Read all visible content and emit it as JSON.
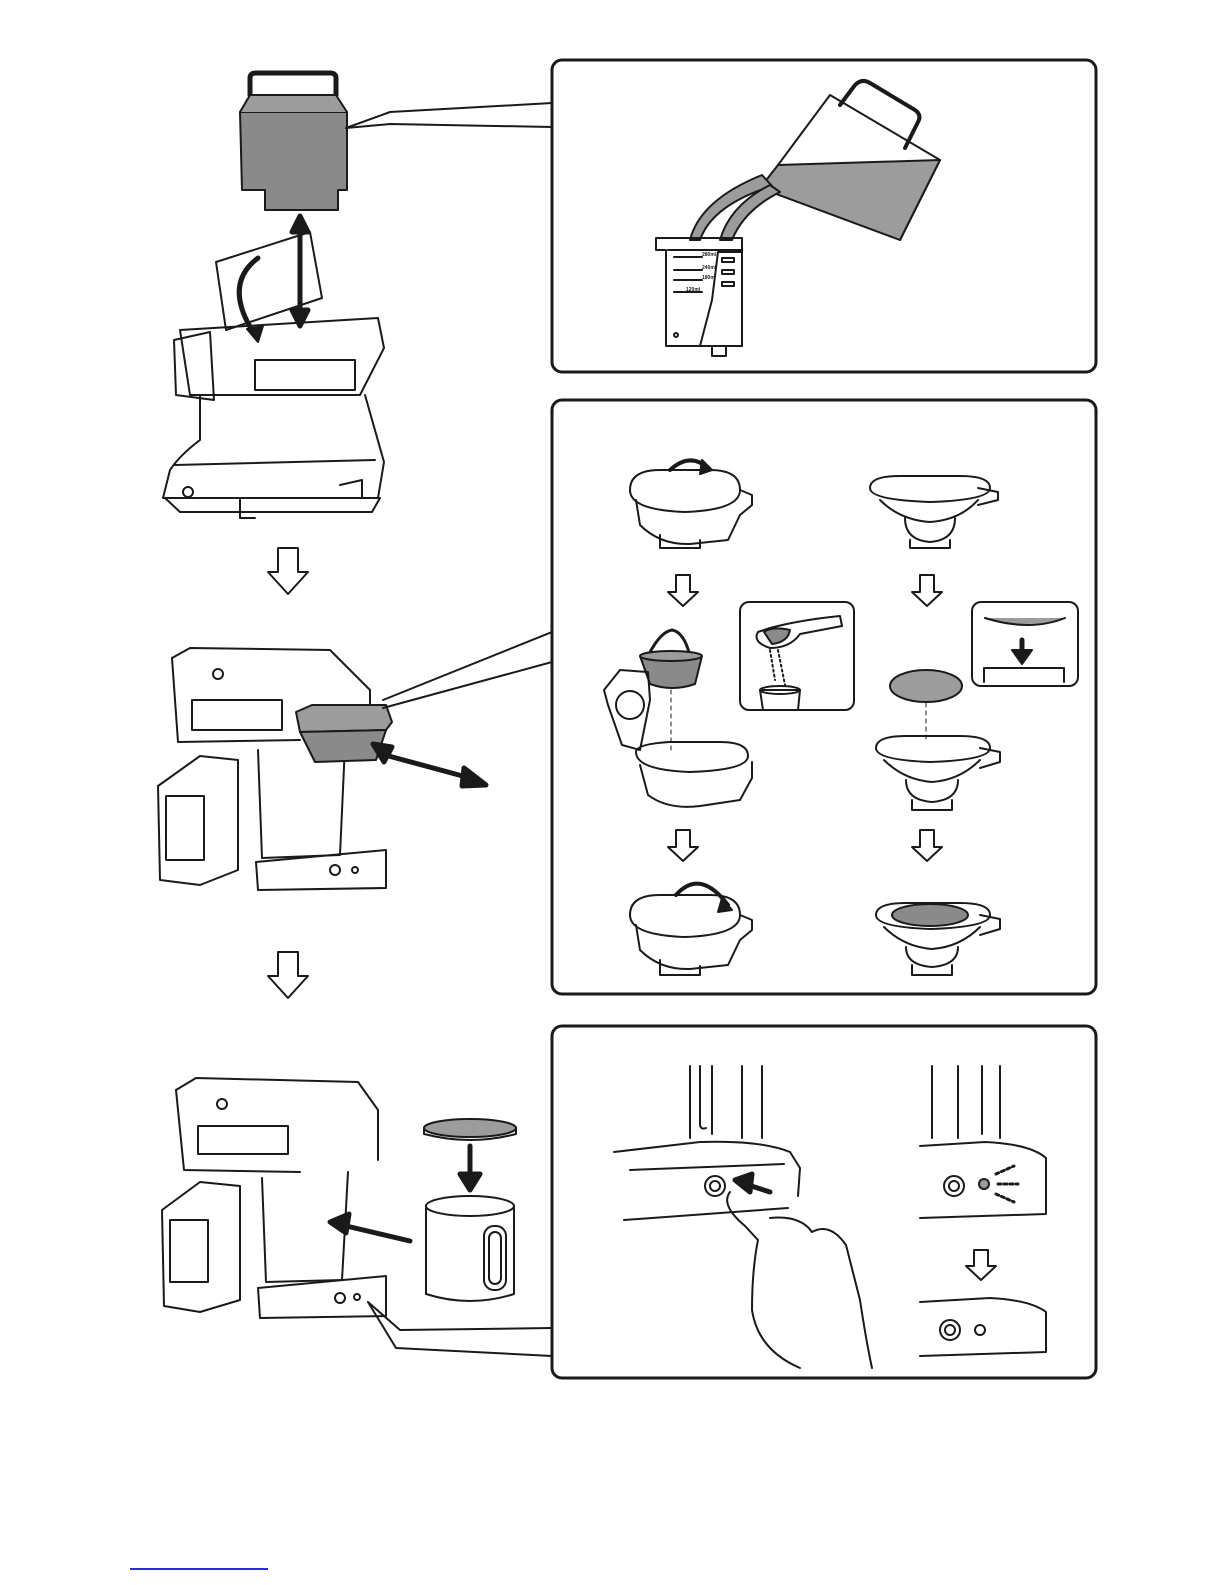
{
  "colors": {
    "line": "#1a1a1a",
    "fill_dark": "#8a8a8a",
    "fill_mid": "#9c9c9c",
    "link": "#2b2bd9"
  },
  "tank_markings": [
    "280ml",
    "240ml",
    "180ml",
    "120ml"
  ],
  "icons": [
    "water-tank-icon",
    "coffee-maker-icon",
    "pitcher-icon",
    "open-lid-arrow-icon",
    "lift-out-arrow-icon",
    "slide-out-arrow-icon",
    "down-arrow-icon",
    "filter-basket-icon",
    "coffee-scoop-icon",
    "capsule-adapter-icon",
    "pad-disc-icon",
    "mug-icon",
    "mug-lid-icon",
    "power-button-icon",
    "finger-icon",
    "indicator-light-icon"
  ]
}
